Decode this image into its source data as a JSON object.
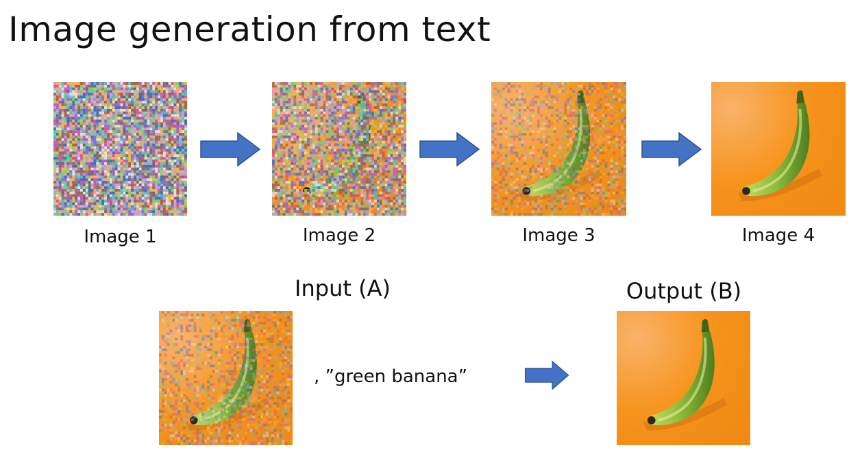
{
  "title": "Image generation from text",
  "sequence": {
    "images": [
      {
        "caption": "Image 1",
        "noise": 1.0
      },
      {
        "caption": "Image 2",
        "noise": 0.8
      },
      {
        "caption": "Image 3",
        "noise": 0.45
      },
      {
        "caption": "Image 4",
        "noise": 0.0
      }
    ]
  },
  "io": {
    "input_heading": "Input (A)",
    "output_heading": "Output (B)",
    "prompt": ", ”green banana”",
    "input_noise": 0.45,
    "output_noise": 0.0
  },
  "colors": {
    "arrow": "#4472C4",
    "background_orange": "#F7941D",
    "banana_green": "#8DBB3A"
  }
}
